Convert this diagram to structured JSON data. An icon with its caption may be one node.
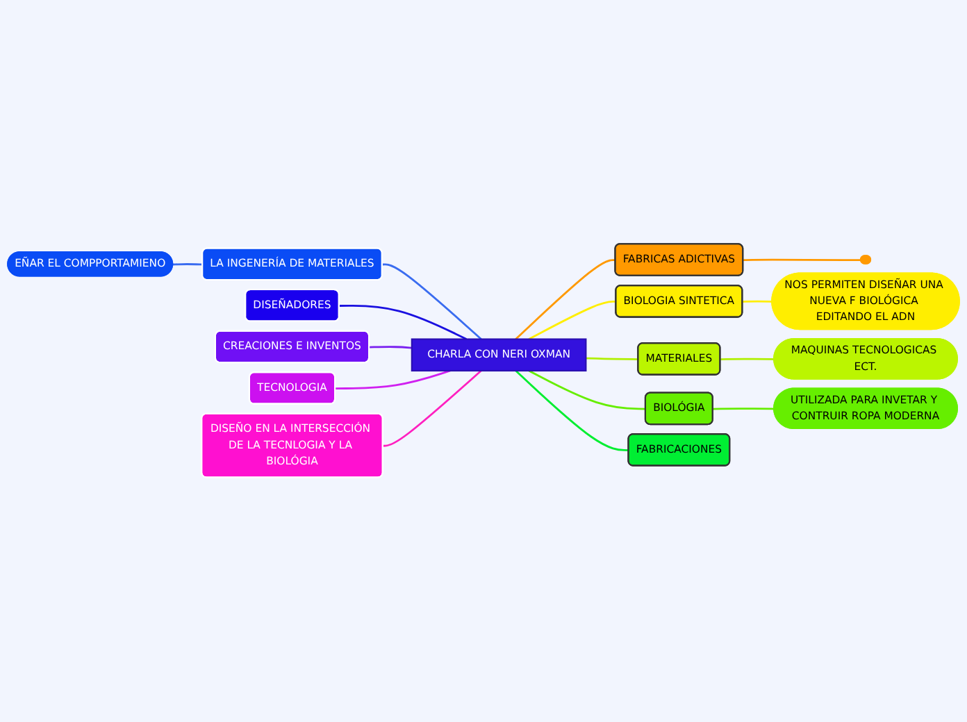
{
  "diagram": {
    "nodes": [
      {
        "text": [
          "CHARLA CON NERI OXMAN"
        ]
      },
      {
        "text": [
          "LA INGENERÍA DE MATERIALES"
        ]
      },
      {
        "text": [
          "EÑAR EL COMPPORTAMIENO"
        ]
      },
      {
        "text": [
          "DISEÑADORES"
        ]
      },
      {
        "text": [
          "CREACIONES E INVENTOS"
        ]
      },
      {
        "text": [
          "TECNOLOGIA"
        ]
      },
      {
        "text": [
          "DISEÑO EN LA INTERSECCIÓN DE LA TECNLOGIA Y LA BIOLÓGIA"
        ]
      },
      {
        "text": [
          "FABRICAS ADICTIVAS"
        ]
      },
      {
        "text": [],
        "shape": "box"
      },
      {
        "text": [
          "BIOLOGIA SINTETICA"
        ]
      },
      {
        "text": [
          "NOS PERMITEN DISEÑAR UNA NUEVA F BIOLÓGICA EDITANDO EL ADN"
        ]
      },
      {
        "text": [
          "MATERIALES"
        ]
      },
      {
        "text": [
          "MAQUINAS TECNOLOGICAS ECT."
        ]
      },
      {
        "text": [
          "BIOLÓGIA"
        ]
      },
      {
        "text": [
          "UTILIZADA PARA INVETAR Y CONTRUIR ROPA MODERNA"
        ]
      },
      {
        "text": [
          "FABRICACIONES"
        ]
      }
    ],
    "edges": [
      {
        "from": 1,
        "to": 0,
        "arrow": "none",
        "color": "#3a6cf0"
      },
      {
        "from": 2,
        "to": 1,
        "arrow": "none",
        "color": "#3a6cf0"
      },
      {
        "from": 3,
        "to": 0,
        "arrow": "none",
        "color": "#1a10e0"
      },
      {
        "from": 4,
        "to": 0,
        "arrow": "none",
        "color": "#7a20f0"
      },
      {
        "from": 5,
        "to": 0,
        "arrow": "none",
        "color": "#d020f0"
      },
      {
        "from": 6,
        "to": 0,
        "arrow": "none",
        "color": "#ff20c0"
      },
      {
        "from": 0,
        "to": 7,
        "arrow": "none",
        "color": "#ff9900"
      },
      {
        "from": 7,
        "to": 8,
        "arrow": "none",
        "color": "#ff9900"
      },
      {
        "from": 0,
        "to": 9,
        "arrow": "none",
        "color": "#ffee00"
      },
      {
        "from": 9,
        "to": 10,
        "arrow": "none",
        "color": "#ffee00"
      },
      {
        "from": 0,
        "to": 11,
        "arrow": "none",
        "color": "#b0f000"
      },
      {
        "from": 11,
        "to": 12,
        "arrow": "none",
        "color": "#b0f000"
      },
      {
        "from": 0,
        "to": 13,
        "arrow": "none",
        "color": "#66ee00"
      },
      {
        "from": 13,
        "to": 14,
        "arrow": "none",
        "color": "#66ee00"
      },
      {
        "from": 0,
        "to": 15,
        "arrow": "none",
        "color": "#00ee30"
      }
    ]
  }
}
